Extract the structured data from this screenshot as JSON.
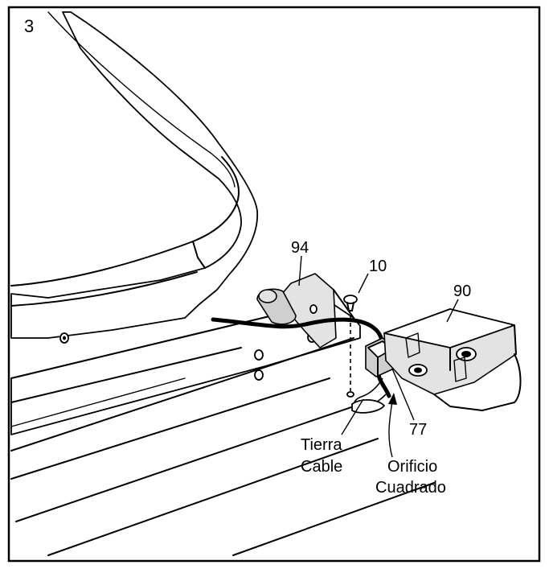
{
  "step_number": "3",
  "parts": {
    "p94": "94",
    "p10": "10",
    "p90": "90",
    "p77": "77"
  },
  "callouts": {
    "ground_line1": "Tierra",
    "ground_line2": "Cable",
    "hole_line1": "Orificio",
    "hole_line2": "Cuadrado"
  }
}
